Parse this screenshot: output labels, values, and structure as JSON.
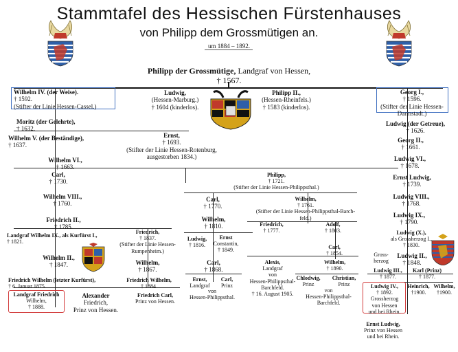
{
  "title": "Stammtafel des Hessischen Fürstenhauses",
  "subtitle": "von Philipp dem Grossmütigen an.",
  "era": "um 1884 – 1892.",
  "root": {
    "name": "Philipp der Grossmütige,",
    "rest": " Landgraf von Hessen,",
    "death": "† 1567."
  },
  "n": {
    "wilhelm4": [
      "Wilhelm IV. (der Weise).",
      "† 1592.",
      "(Stifter der Linie Hessen-Cassel.)"
    ],
    "ludwig_marburg": [
      "Ludwig,",
      "(Hessen-Marburg.)",
      "† 1604 (kinderlos)."
    ],
    "philipp2": [
      "Philipp II.,",
      "(Hessen-Rheinfels.)",
      "† 1583 (kinderlos)."
    ],
    "georg1": [
      "Georg I.,",
      "† 1596.",
      "(Stifter der Linie Hessen-",
      "Darmstadt.)"
    ],
    "moritz": [
      "Moritz (der Gelehrte),",
      "† 1632."
    ],
    "wilhelm5": [
      "Wilhelm V. (der Beständige),",
      "† 1637."
    ],
    "ernst": [
      "Ernst,",
      "† 1693.",
      "(Stifter der Linie Hessen-Rotenburg,",
      "ausgestorben 1834.)"
    ],
    "wilhelm6": [
      "Wilhelm VI.,",
      "† 1663."
    ],
    "carl1": [
      "Carl,",
      "† 1730."
    ],
    "wilhelm8": [
      "Wilhelm VIII.,",
      "† 1760."
    ],
    "friedrich2": [
      "Friedrich II.,",
      "† 1785."
    ],
    "wilhelm9": [
      "Landgraf Wilhelm IX., als Kurfürst I.,",
      "† 1821."
    ],
    "wilhelm2": [
      "Wilhelm II.,",
      "† 1847."
    ],
    "fw_kurfuerst": [
      "Friedrich Wilhelm (letzter Kurfürst),",
      "† 6. Januar 1875."
    ],
    "friedrich_1837": [
      "Friedrich,",
      "† 1837.",
      "(Stifter der Linie Hessen-",
      "Rumpenheim.)"
    ],
    "wilhelm_1867": [
      "Wilhelm,",
      "† 1867."
    ],
    "fw_1884": [
      "Friedrich Wilhelm,",
      "† 1884."
    ],
    "lfw": [
      "Landgraf Friedrich",
      "Wilhelm,",
      "† 1888."
    ],
    "alexander": [
      "Alexander",
      "Friedrich,",
      "Prinz von Hessen."
    ],
    "fcarl": [
      "Friedrich Carl,",
      "Prinz von Hessen."
    ],
    "philipp_1721": [
      "Philipp,",
      "† 1721.",
      "(Stifter der Linie Hessen-Philippsthal.)"
    ],
    "carl_1770": [
      "Carl,",
      "† 1770."
    ],
    "wilhelm_1761": [
      "Wilhelm,",
      "† 1761.",
      "(Stifter der Linie Hessen-Philippsthal-Barch-",
      "feld.)"
    ],
    "wilhelm_1810": [
      "Wilhelm,",
      "† 1810."
    ],
    "friedrich_1777": [
      "Friedrich,",
      "† 1777."
    ],
    "adolf": [
      "Adolf,",
      "† 1803."
    ],
    "ludwig_1816": [
      "Ludwig,",
      "† 1816."
    ],
    "ernst_constantin": [
      "Ernst",
      "Constantin,",
      "† 1849."
    ],
    "carl_1854": [
      "Carl,",
      "† 1854."
    ],
    "carl_1868": [
      "Carl,",
      "† 1868."
    ],
    "alexis": [
      "Alexis,",
      "Landgraf",
      "von",
      "Hessen-Philippsthal-",
      "Barchfeld.",
      "† 16. August 1905."
    ],
    "wilhelm_1890": [
      "Wilhelm,",
      "† 1890."
    ],
    "ernst_lg": [
      "Ernst,",
      "Landgraf"
    ],
    "carl_prinz": [
      "Carl,",
      "Prinz"
    ],
    "von_hp": [
      "von",
      "Hessen-Philippsthal."
    ],
    "chlodwig": [
      "Chlodwig,",
      "Prinz"
    ],
    "christian": [
      "Christian,",
      "Prinz"
    ],
    "von_hpb": [
      "von",
      "Hessen-Philippsthal-",
      "Barchfeld."
    ],
    "ludwig_getreue": [
      "Ludwig (der Getreue),",
      "† 1626."
    ],
    "georg2": [
      "Georg II.,",
      "† 1661."
    ],
    "ludwig6": [
      "Ludwig VI.,",
      "† 1678."
    ],
    "ernst_ludwig_1739": [
      "Ernst Ludwig,",
      "† 1739."
    ],
    "ludwig8": [
      "Ludwig VIII.,",
      "† 1768."
    ],
    "ludwig9": [
      "Ludwig IX.,",
      "† 1790."
    ],
    "ludwig10": [
      "Ludwig (X.),",
      "als Grossherzog I.,",
      "† 1830."
    ],
    "ludwig2": [
      "Ludwig II.,",
      "† 1848."
    ],
    "grossherzog": [
      "Gross-",
      "herzog"
    ],
    "ludwig3": [
      "Ludwig III.,",
      "† 1877."
    ],
    "karl_prinz": [
      "Karl (Prinz)",
      "† 1877."
    ],
    "ludwig4": [
      "Ludwig IV.,",
      "† 1892.",
      "Grossherzog",
      "von Hessen",
      "und bei Rhein."
    ],
    "heinrich": [
      "Heinrich,",
      "†1900."
    ],
    "wilhelm_1900": [
      "Wilhelm,",
      "†1900."
    ],
    "ernst_ludwig": [
      "Ernst Ludwig,",
      "Prinz von Hessen",
      "und bei Rhein."
    ]
  },
  "colors": {
    "blue_frame": "#3f6fc0",
    "red_frame": "#d23a3a",
    "crest_red": "#c0392b",
    "crest_blue": "#2e5fa8",
    "crest_gold": "#d4a21a"
  }
}
